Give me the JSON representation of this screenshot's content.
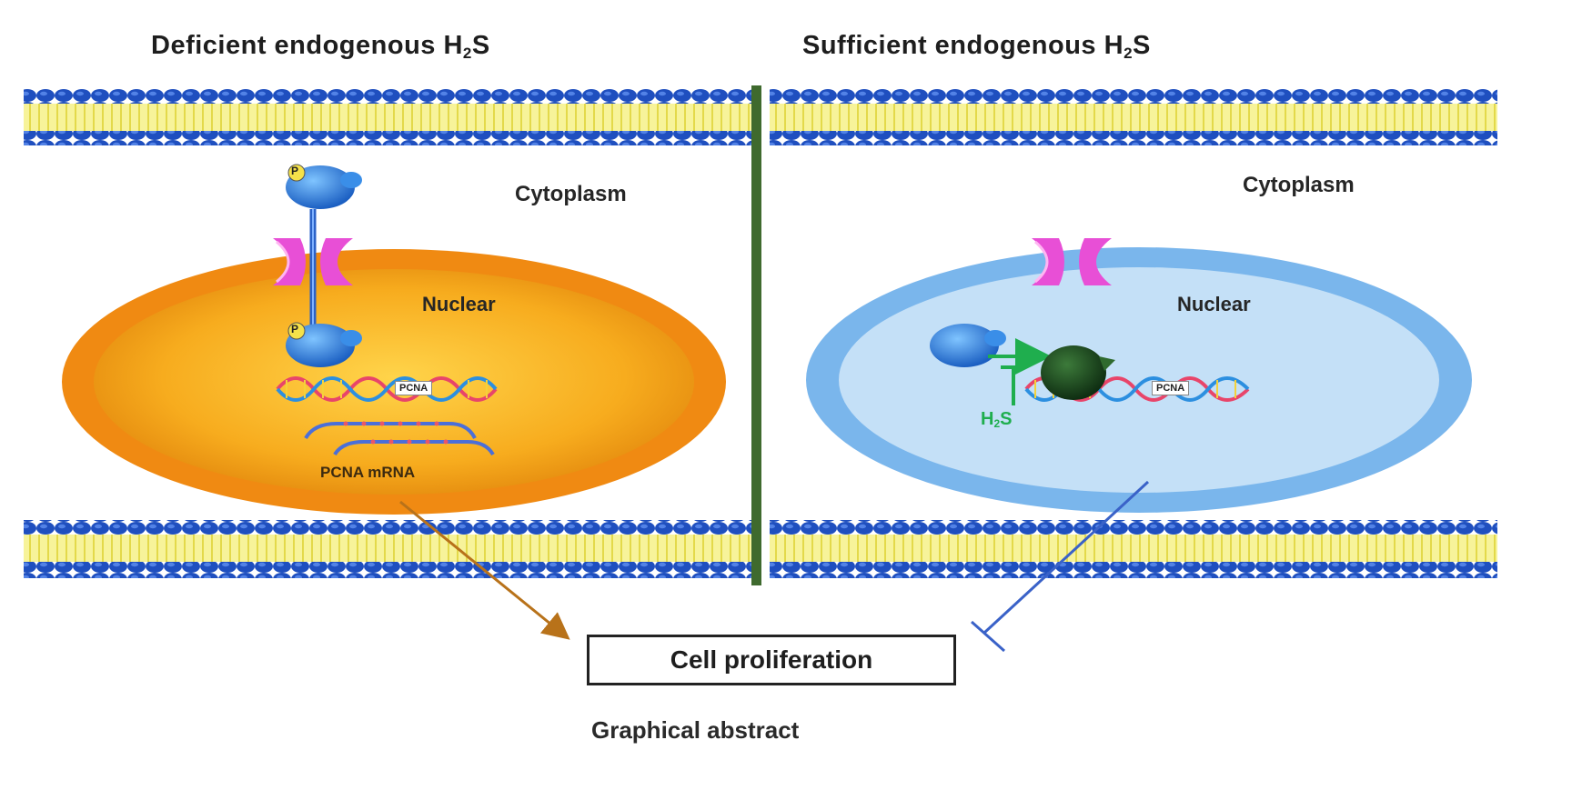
{
  "titles": {
    "left": {
      "prefix": "Deficient endogenous H",
      "sub": "2",
      "suffix": "S"
    },
    "right": {
      "prefix": "Sufficient endogenous H",
      "sub": "2",
      "suffix": "S"
    }
  },
  "labels": {
    "left_cytoplasm": "Cytoplasm",
    "right_cytoplasm": "Cytoplasm",
    "left_nuclear": "Nuclear",
    "right_nuclear": "Nuclear",
    "left_pcna_gene": "PCNA",
    "right_pcna_gene": "PCNA",
    "pcna_mrna": "PCNA mRNA",
    "h2s_inhibitor": {
      "prefix": "H",
      "sub": "2",
      "suffix": "S"
    },
    "phospho": "P"
  },
  "outcome": "Cell proliferation",
  "caption": "Graphical abstract",
  "colors": {
    "membrane_head": "#1f4fbf",
    "membrane_tail": "#f4f07a",
    "divider": "#3f6a2e",
    "left_nucleus_outer": "#f08a12",
    "left_nucleus_inner": "#ffc42a",
    "right_nucleus_outer": "#7ab6ec",
    "right_nucleus_inner": "#c4e0f7",
    "pore": "#e84fd6",
    "promote_arrow": "#b8721a",
    "inhibit_arrow": "#3a62c8",
    "h2s_green": "#1fae4e"
  },
  "icons": {
    "receptor": "nuclear-pore-icon",
    "kinase": "kinase-protein-icon",
    "dna": "dna-helix-icon",
    "transcription_factor": "transcription-factor-icon"
  }
}
